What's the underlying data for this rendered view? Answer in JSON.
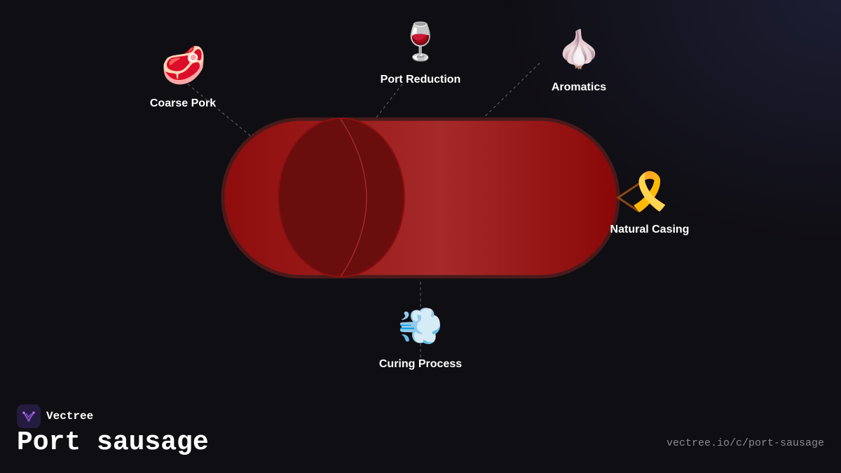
{
  "brand": {
    "name": "Vectree",
    "logo_icon": "vectree-logo-icon",
    "accent": "#a64dd8"
  },
  "title": "Port sausage",
  "url": "vectree.io/c/port-sausage",
  "sausage": {
    "icon": "sausage-illustration",
    "colors": {
      "body": "#9b1111",
      "body_light": "#a82a2a",
      "end_cap": "#6a0d0d",
      "outline": "#4a1212"
    }
  },
  "components": [
    {
      "id": "coarse-pork",
      "label": "Coarse Pork",
      "icon": "meat-icon",
      "emoji": "🥩"
    },
    {
      "id": "port-reduction",
      "label": "Port Reduction",
      "icon": "wine-glass-icon",
      "emoji": "🍷"
    },
    {
      "id": "aromatics",
      "label": "Aromatics",
      "icon": "garlic-icon",
      "emoji": "🧄"
    },
    {
      "id": "natural-casing",
      "label": "Natural Casing",
      "icon": "ribbon-icon",
      "emoji": "🎗️"
    },
    {
      "id": "curing-process",
      "label": "Curing Process",
      "icon": "dash-wind-icon",
      "emoji": "💨"
    }
  ]
}
